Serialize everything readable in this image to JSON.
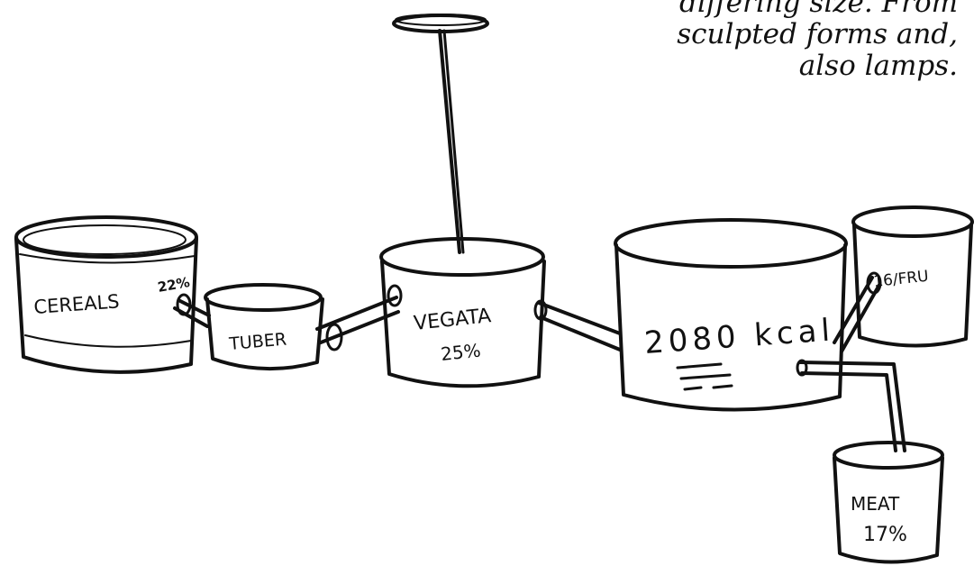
{
  "caption": {
    "line1": "differing size. From",
    "line2": "sculpted forms and,",
    "line3": "also lamps."
  },
  "diagram": {
    "cereals": {
      "label": "CEREALS",
      "value": "22%"
    },
    "tuber": {
      "label": "TUBER"
    },
    "vegetables": {
      "label": "VEGATA",
      "value": "25%"
    },
    "center": {
      "label": "2080 kcal"
    },
    "fruit": {
      "label": "16/FRU"
    },
    "meat": {
      "label": "MEAT",
      "value": "17%"
    }
  },
  "colors": {
    "ink": "#111111",
    "paper": "#ffffff"
  }
}
